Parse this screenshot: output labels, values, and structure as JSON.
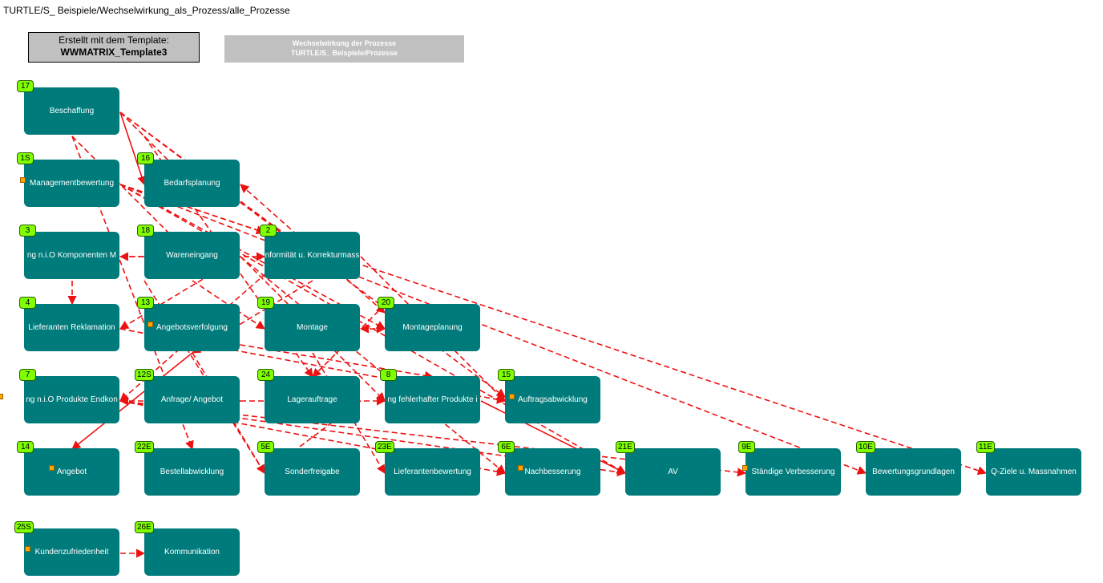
{
  "path_title": "TURTLE/S_ Beispiele/Wechselwirkung_als_Prozess/alle_Prozesse",
  "template_box": {
    "line1": "Erstellt mit dem Template:",
    "line2": "WWMATRIX_Template3"
  },
  "header_box": {
    "line1": "Wechselwirkung der Prozesse",
    "line2": "TURTLE/S_ Beispiele/Prozesse"
  },
  "colors": {
    "node": "#007b7b",
    "badge": "#7fff00",
    "arrow": "#ff0000",
    "marker": "#ffa500"
  },
  "nodes": [
    {
      "id": "17",
      "label": "Beschaffung"
    },
    {
      "id": "1S",
      "label": "Managementbewertung"
    },
    {
      "id": "16",
      "label": "Bedarfsplanung"
    },
    {
      "id": "3",
      "label": "ng n.i.O Komponenten M"
    },
    {
      "id": "18",
      "label": "Wareneingang"
    },
    {
      "id": "2",
      "label": "nformität u. Korrekturmass"
    },
    {
      "id": "4",
      "label": "Lieferanten Reklamation"
    },
    {
      "id": "13",
      "label": "Angebotsverfolgung"
    },
    {
      "id": "19",
      "label": "Montage"
    },
    {
      "id": "20",
      "label": "Montageplanung"
    },
    {
      "id": "7",
      "label": "ng n.i.O Produkte Endkon"
    },
    {
      "id": "12S",
      "label": "Anfrage/ Angebot"
    },
    {
      "id": "24",
      "label": "Lagerauftrage"
    },
    {
      "id": "8",
      "label": "ng fehlerhafter Produkte i"
    },
    {
      "id": "15",
      "label": "Auftragsabwicklung"
    },
    {
      "id": "14",
      "label": "Angebot"
    },
    {
      "id": "22E",
      "label": "Bestellabwicklung"
    },
    {
      "id": "5E",
      "label": "Sonderfreigabe"
    },
    {
      "id": "23E",
      "label": "Lieferantenbewertung"
    },
    {
      "id": "6E",
      "label": "Nachbesserung"
    },
    {
      "id": "21E",
      "label": "AV"
    },
    {
      "id": "9E",
      "label": "Ständige Verbesserung"
    },
    {
      "id": "10E",
      "label": "Bewertungsgrundlagen"
    },
    {
      "id": "11E",
      "label": "Q-Ziele u. Massnahmen"
    },
    {
      "id": "25S",
      "label": "Kundenzufriedenheit"
    },
    {
      "id": "26E",
      "label": "Kommunikation"
    }
  ]
}
